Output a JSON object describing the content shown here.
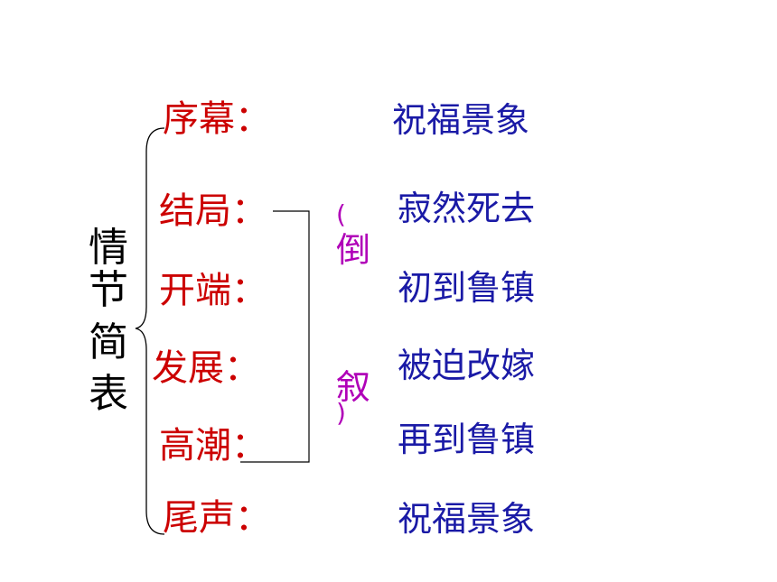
{
  "title": [
    "情",
    "节",
    "简",
    "表"
  ],
  "stages": [
    {
      "label": "序幕：",
      "desc": "祝福景象"
    },
    {
      "label": "结局：",
      "desc": "寂然死去"
    },
    {
      "label": "开端：",
      "desc": "初到鲁镇"
    },
    {
      "label": "发展：",
      "desc": "被迫改嫁"
    },
    {
      "label": "高潮：",
      "desc": "再到鲁镇"
    },
    {
      "label": "尾声：",
      "desc": "祝福景象"
    }
  ],
  "flashback": {
    "open_paren": "(",
    "char1": "倒",
    "char2": "叙",
    "close_paren": ")"
  },
  "colors": {
    "stage_label": "#cc0000",
    "description": "#1a1aa6",
    "flashback": "#b000b8",
    "title": "#000000"
  }
}
